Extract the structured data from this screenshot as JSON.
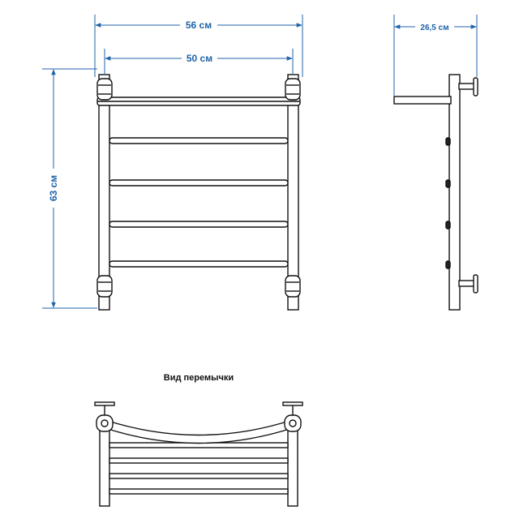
{
  "dimensions": {
    "total_width": "56 см",
    "axis_width": "50 см",
    "height": "63 см",
    "depth": "26,5 см"
  },
  "captions": {
    "jumper_view": "Вид перемычки"
  },
  "colors": {
    "dimension": "#1f63a8",
    "outline": "#111111",
    "background": "#ffffff"
  }
}
